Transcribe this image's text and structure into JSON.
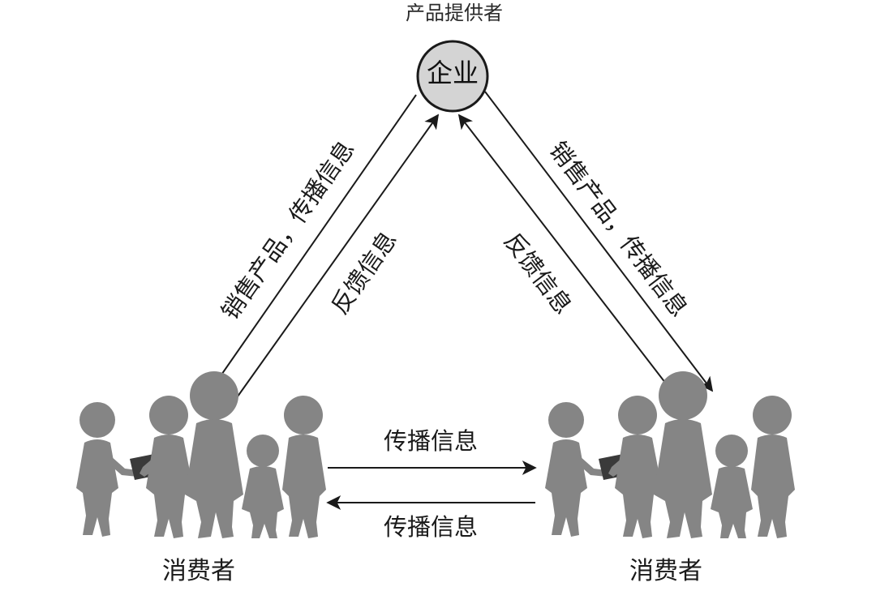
{
  "provider_label": "产品提供者",
  "enterprise_node": "企业",
  "left_edge": {
    "outer_label": "销售产品，传播信息",
    "inner_label": "反馈信息"
  },
  "right_edge": {
    "inner_label": "反馈信息",
    "outer_label": "销售产品，传播信息"
  },
  "middle": {
    "top_label": "传播信息",
    "bottom_label": "传播信息"
  },
  "consumers": {
    "left_label": "消费者",
    "right_label": "消费者"
  },
  "colors": {
    "node_fill": "#d4d4d4",
    "figure_fill": "#858585",
    "line": "#1a1a1a",
    "book": "#3a3a3a"
  }
}
